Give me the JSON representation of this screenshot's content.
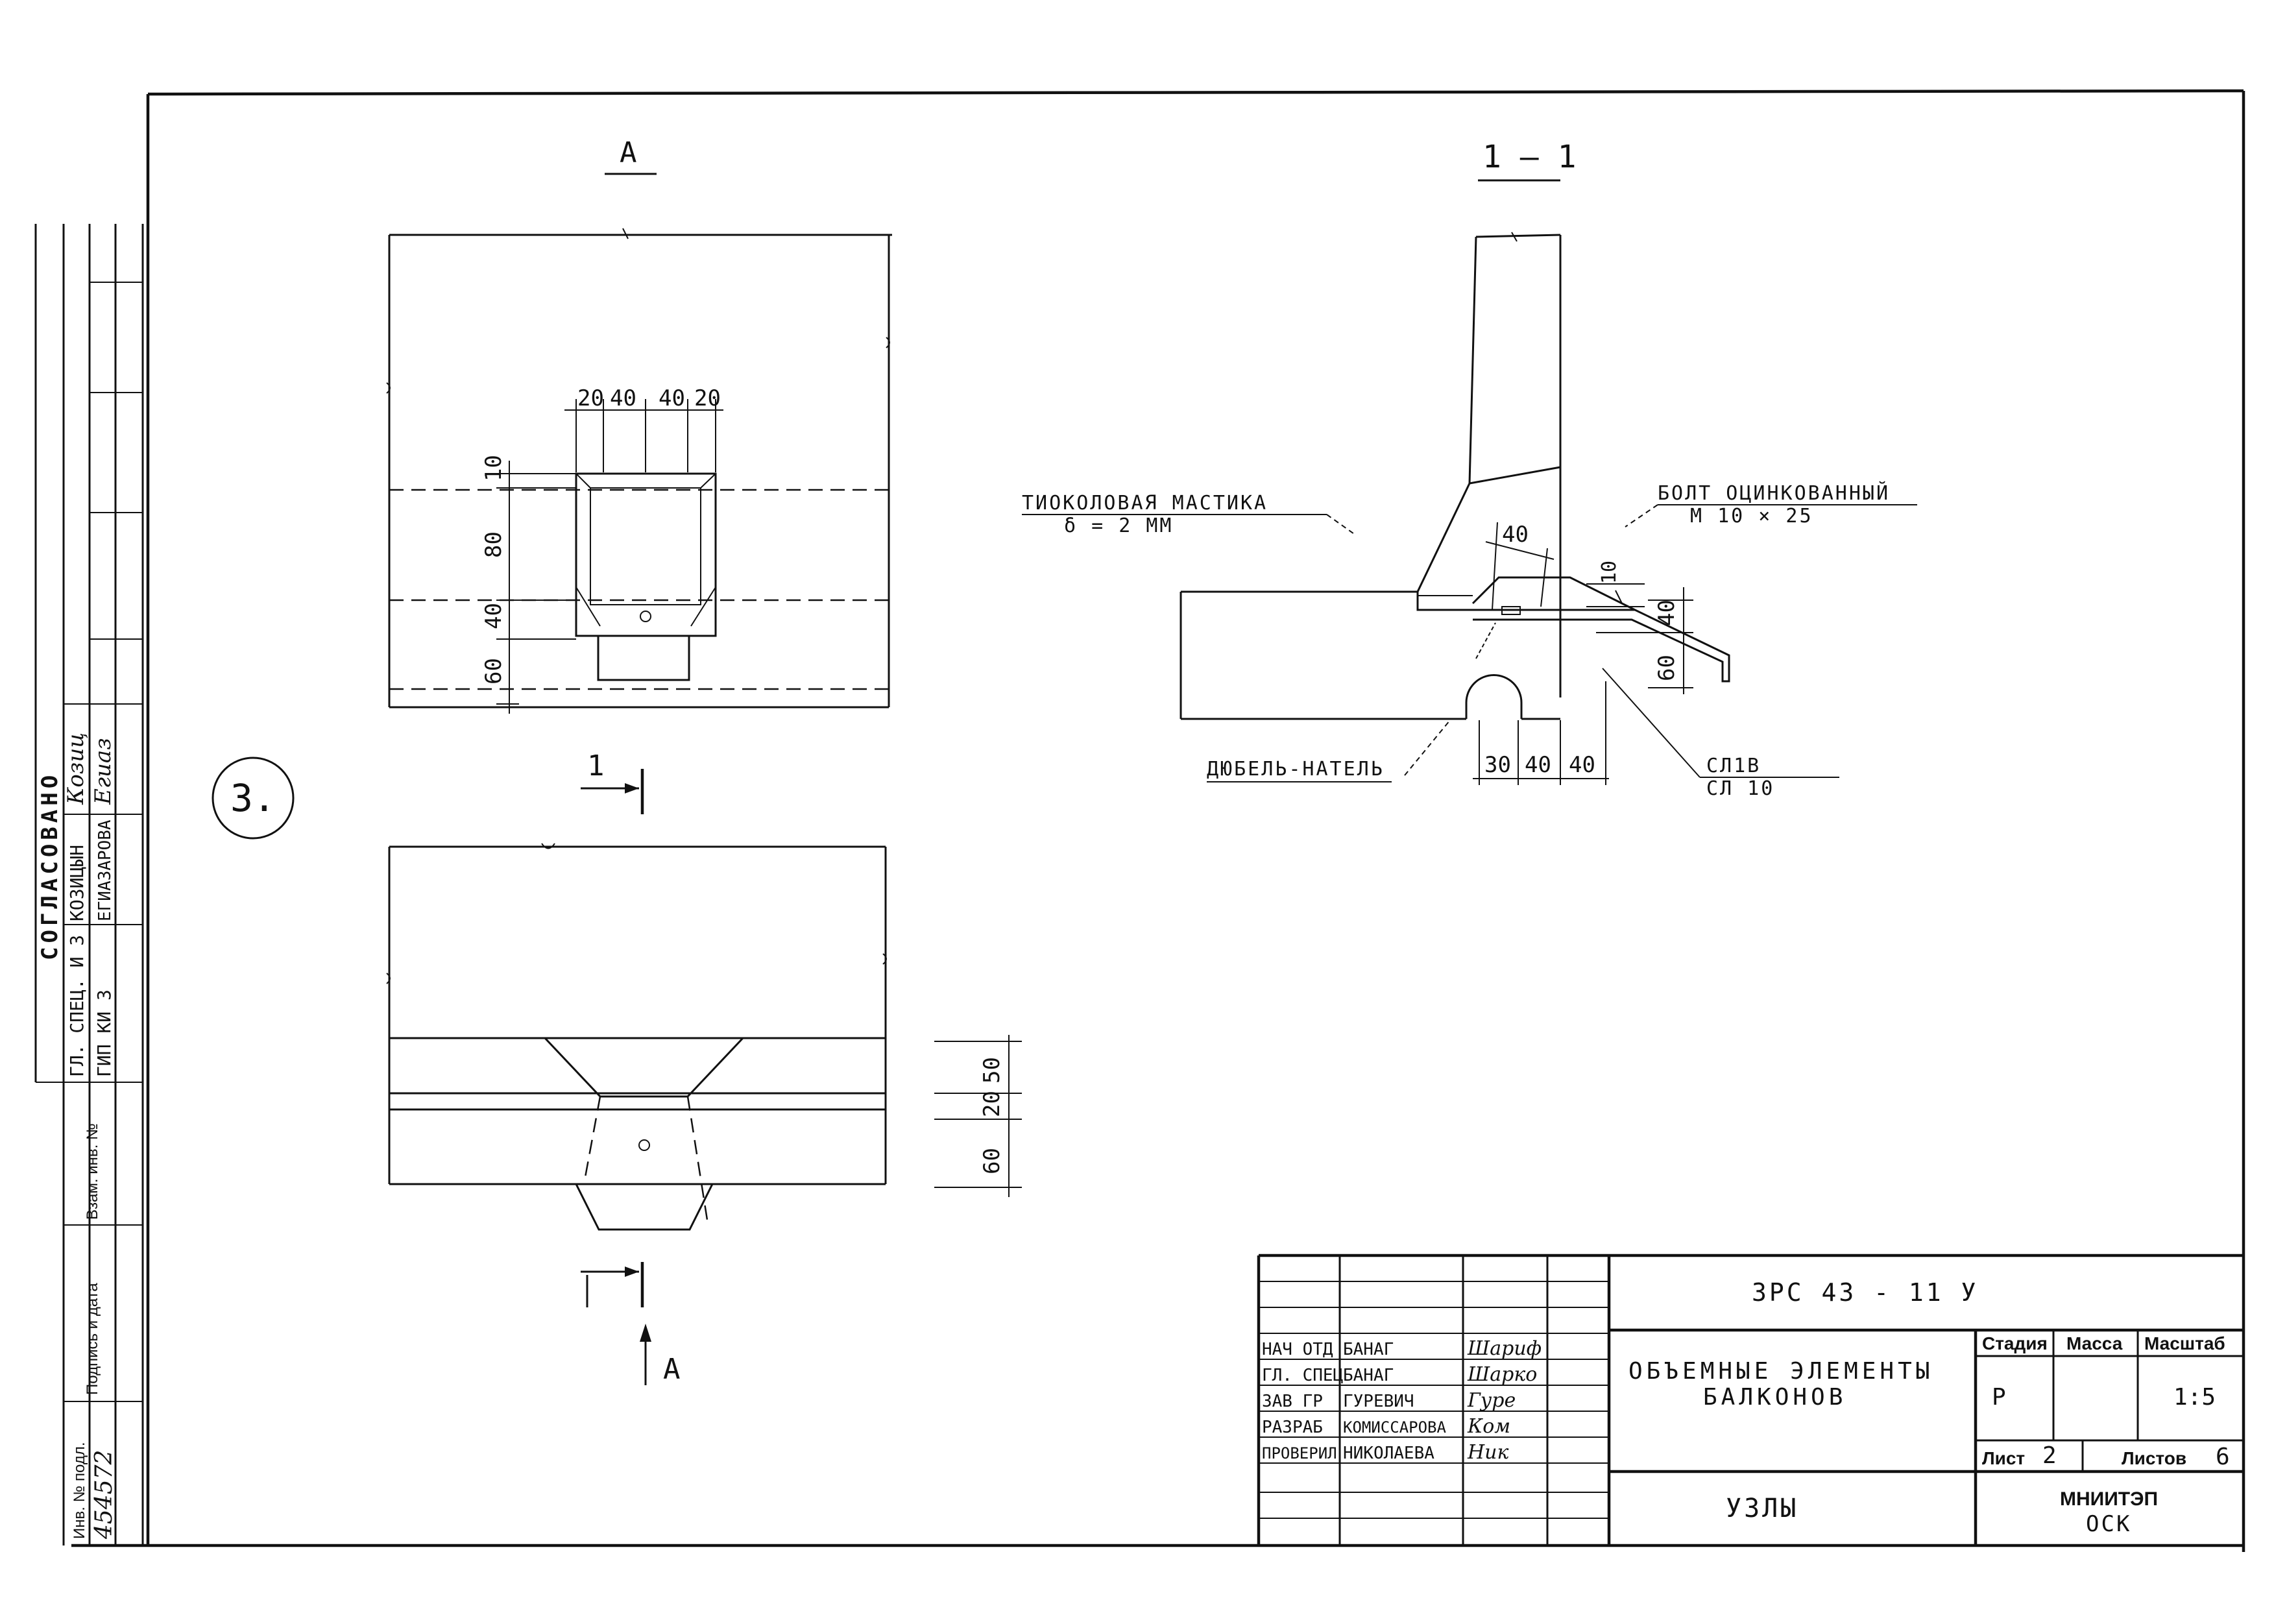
{
  "view_a": {
    "title": "А",
    "dims_top": [
      "20",
      "40",
      "40",
      "20"
    ],
    "dims_left": [
      "10",
      "80",
      "40",
      "60"
    ]
  },
  "view_bottom": {
    "dims_right": [
      "50",
      "20",
      "60"
    ],
    "section_mark": "1",
    "arrow_label": "А"
  },
  "node_number": "3.",
  "section_1_1": {
    "title": "1 — 1",
    "label_mastic_line1": "ТИОКОЛОВАЯ МАСТИКА",
    "label_mastic_line2": "δ = 2 ММ",
    "label_bolt_line1": "БОЛТ ОЦИНКОВАННЫЙ",
    "label_bolt_line2": "М 10 × 25",
    "label_dowel": "ДЮБЕЛЬ-НАТЕЛЬ",
    "label_weld_line1": "СЛ1В",
    "label_weld_line2": "СЛ 10",
    "dim_40_top": "40",
    "dim_10": "10",
    "dim_40_right": "40",
    "dim_60_right": "60",
    "dims_bottom": [
      "30",
      "40",
      "40"
    ]
  },
  "approval": {
    "title": "СОГЛАСОВАНО",
    "rows": [
      {
        "role": "ГЛ. СПЕЦ. И З",
        "name": "КОЗИЦЫН",
        "sign": "Козиц"
      },
      {
        "role": "ГИП КИ З",
        "name": "ЕГИАЗАРОВА",
        "sign": "Егиаз"
      }
    ]
  },
  "side_stamp": {
    "inv_label": "Инв. № подл.",
    "inv_value": "454572",
    "sign_date_label": "Подпись и дата",
    "replace_label": "Взам. инв. №"
  },
  "title_block": {
    "code": "ЗРС 43 - 11 У",
    "project_line1": "ОБЪЕМНЫЕ ЭЛЕМЕНТЫ",
    "project_line2": "БАЛКОНОВ",
    "sheet_title": "УЗЛЫ",
    "stage_label": "Стадия",
    "mass_label": "Масса",
    "scale_label": "Масштаб",
    "stage_value": "Р",
    "scale_value": "1:5",
    "sheet_label": "Лист",
    "sheet_value": "2",
    "sheets_label": "Листов",
    "sheets_value": "6",
    "org_line1": "МНИИТЭП",
    "org_line2": "ОСК",
    "staff": [
      {
        "role": "НАЧ ОТД",
        "name": "БАНАГ",
        "sign": "Шариф"
      },
      {
        "role": "ГЛ. СПЕЦ",
        "name": "БАНАГ",
        "sign": "Шарко"
      },
      {
        "role": "ЗАВ ГР",
        "name": "ГУРЕВИЧ",
        "sign": "Гуре"
      },
      {
        "role": "РАЗРАБ",
        "name": "КОМИССАРОВА",
        "sign": "Ком"
      },
      {
        "role": "ПРОВЕРИЛ",
        "name": "НИКОЛАЕВА",
        "sign": "Ник"
      }
    ]
  }
}
